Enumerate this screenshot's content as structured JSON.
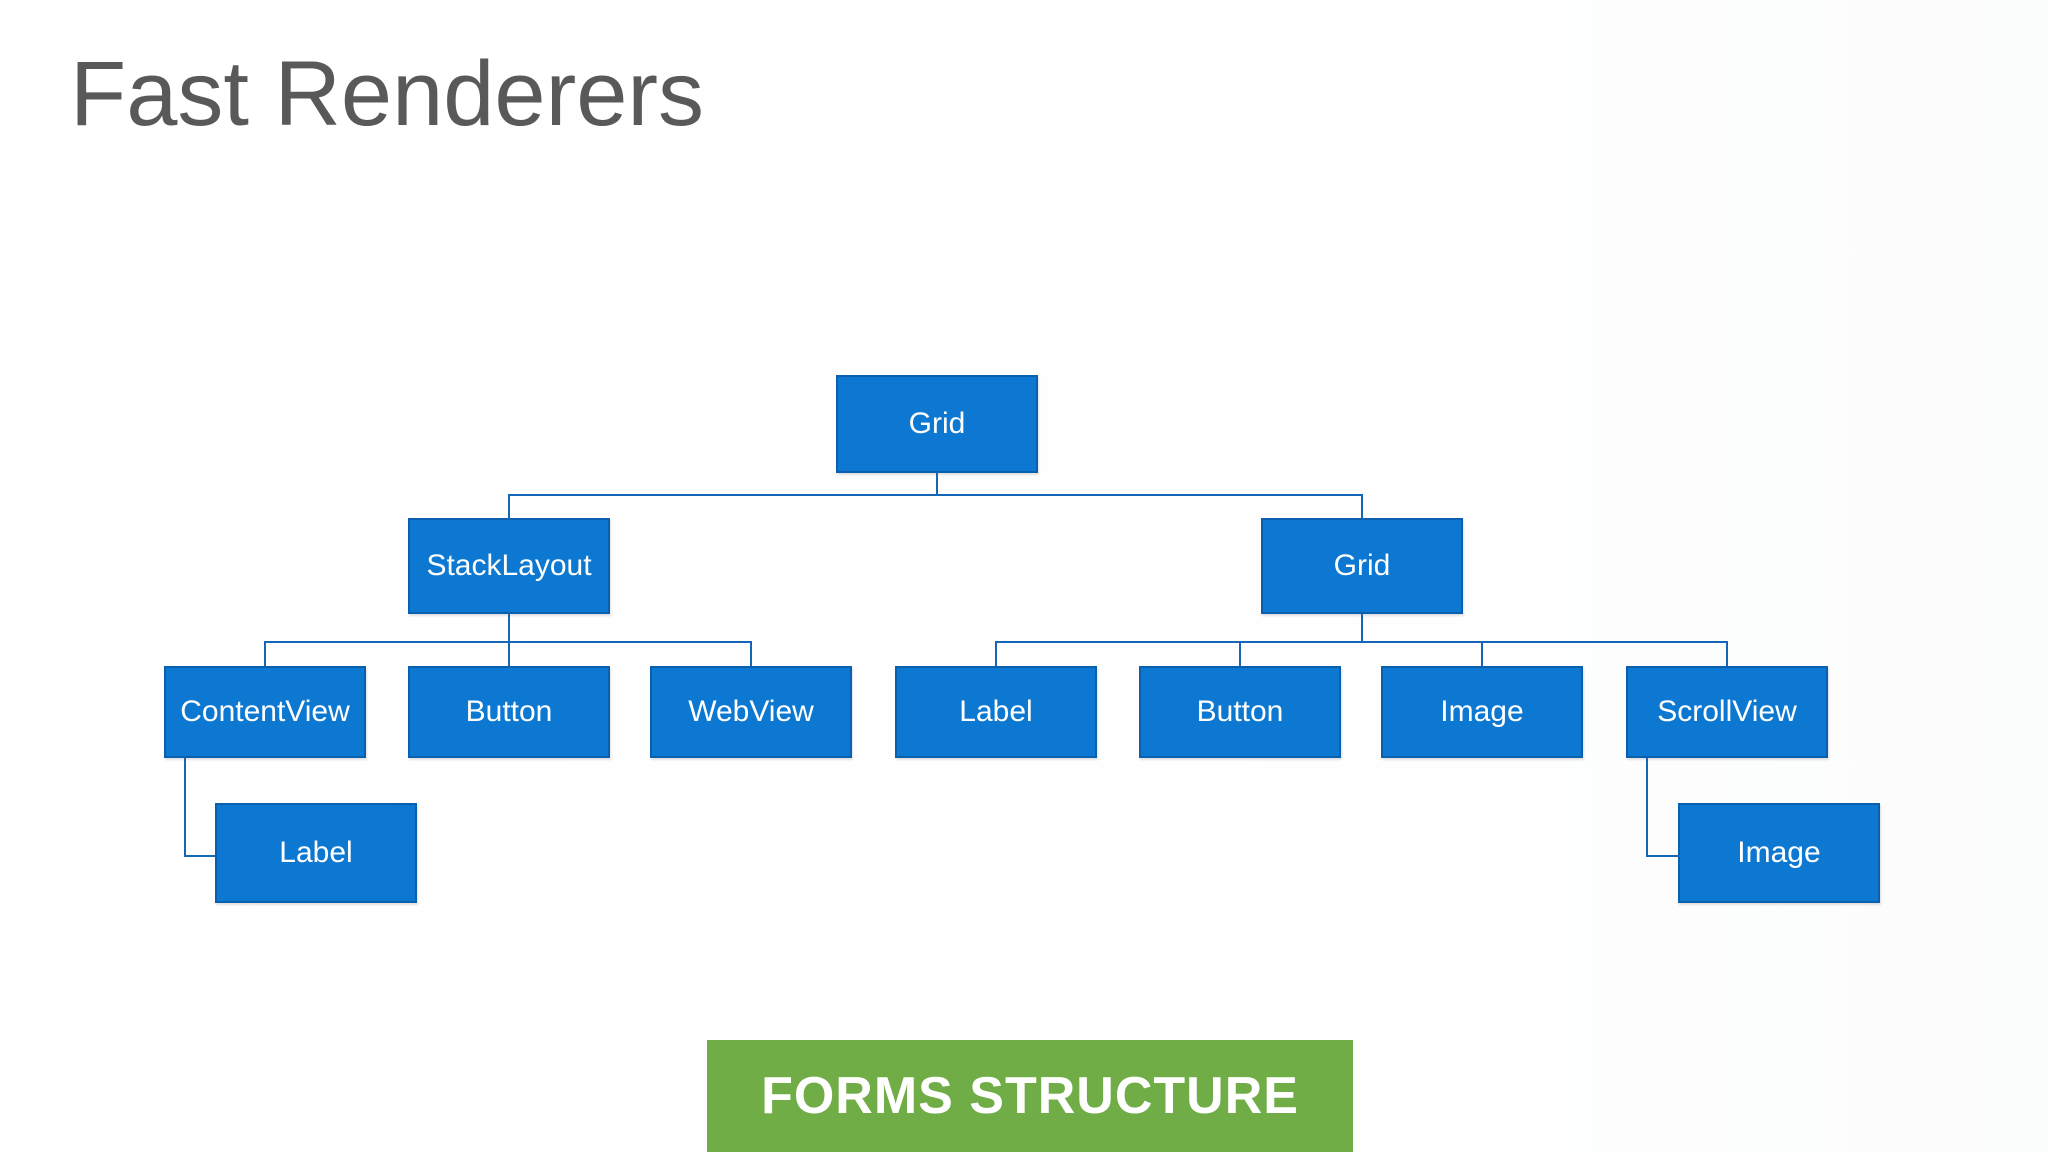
{
  "slide": {
    "title": "Fast Renderers",
    "banner_label": "FORMS STRUCTURE"
  },
  "colors": {
    "title_color": "#595959",
    "node_fill": "#0d78d1",
    "node_border": "#0a60ae",
    "node_text": "#ffffff",
    "connector_color": "#1466b6",
    "banner_bg": "#70ad47",
    "banner_text": "#ffffff"
  },
  "nodes": {
    "root": {
      "label": "Grid",
      "parent": null
    },
    "stacklayout": {
      "label": "StackLayout",
      "parent": "root"
    },
    "grid2": {
      "label": "Grid",
      "parent": "root"
    },
    "contentview": {
      "label": "ContentView",
      "parent": "stacklayout"
    },
    "button_left": {
      "label": "Button",
      "parent": "stacklayout"
    },
    "webview": {
      "label": "WebView",
      "parent": "stacklayout"
    },
    "label_mid": {
      "label": "Label",
      "parent": "grid2"
    },
    "button_right": {
      "label": "Button",
      "parent": "grid2"
    },
    "image_mid": {
      "label": "Image",
      "parent": "grid2"
    },
    "scrollview": {
      "label": "ScrollView",
      "parent": "grid2"
    },
    "label_leaf": {
      "label": "Label",
      "parent": "contentview"
    },
    "image_leaf": {
      "label": "Image",
      "parent": "scrollview"
    }
  }
}
